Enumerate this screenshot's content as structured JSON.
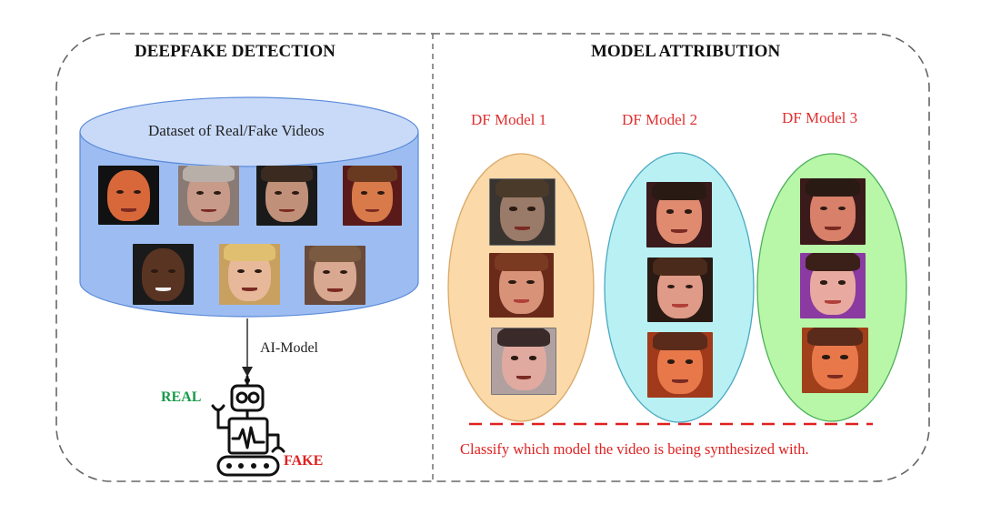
{
  "left_panel": {
    "title": "DEEPFAKE DETECTION",
    "dataset_label": "Dataset of Real/Fake Videos",
    "arrow_label": "AI-Model",
    "real_label": "REAL",
    "fake_label": "FAKE"
  },
  "right_panel": {
    "title": "MODEL ATTRIBUTION",
    "models": [
      {
        "label": "DF Model 1"
      },
      {
        "label": "DF Model 2"
      },
      {
        "label": "DF Model 3"
      }
    ],
    "caption": "Classify which model the video is being synthesized with."
  },
  "colors": {
    "real": "#1a9a4a",
    "fake": "#e02020",
    "model_label": "#e03030",
    "cylinder": "#9dbdf2",
    "cylinder_top": "#c8daf8",
    "model1_fill": "#fbd9a8",
    "model2_fill": "#b8f0f4",
    "model3_fill": "#b8f7a8"
  },
  "icons": {
    "robot": "robot-icon"
  }
}
